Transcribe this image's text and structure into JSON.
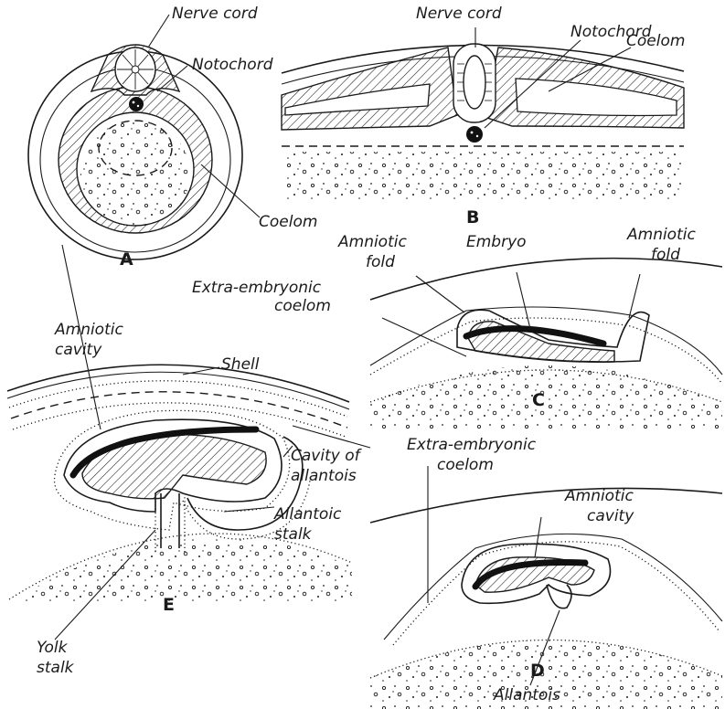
{
  "panels": {
    "A": {
      "letter": "A",
      "labels": {
        "nerve_cord": "Nerve cord",
        "notochord": "Notochord",
        "coelom": "Coelom"
      }
    },
    "B": {
      "letter": "B",
      "labels": {
        "nerve_cord": "Nerve cord",
        "notochord": "Notochord",
        "coelom": "Coelom"
      }
    },
    "C": {
      "letter": "C",
      "labels": {
        "amniotic_fold_left_1": "Amniotic",
        "amniotic_fold_left_2": "fold",
        "embryo": "Embryo",
        "amniotic_fold_right_1": "Amniotic",
        "amniotic_fold_right_2": "fold",
        "extra_embryonic_coelom_1": "Extra-embryonic",
        "extra_embryonic_coelom_2": "coelom"
      }
    },
    "E": {
      "letter": "E",
      "labels": {
        "amniotic_cavity_1": "Amniotic",
        "amniotic_cavity_2": "cavity",
        "shell": "Shell",
        "cavity_of_allantois_1": "Cavity of",
        "cavity_of_allantois_2": "allantois",
        "allantoic_stalk_1": "Allantoic",
        "allantoic_stalk_2": "stalk",
        "yolk_stalk_1": "Yolk",
        "yolk_stalk_2": "stalk"
      }
    },
    "D": {
      "letter": "D",
      "labels": {
        "extra_embryonic_coelom_1": "Extra-embryonic",
        "extra_embryonic_coelom_2": "coelom",
        "amniotic_cavity_1": "Amniotic",
        "amniotic_cavity_2": "cavity",
        "allantois": "Allantois"
      }
    }
  }
}
